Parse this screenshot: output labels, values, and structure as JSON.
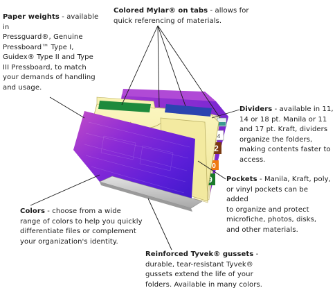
{
  "callouts": {
    "paper_weights": {
      "title": "Paper weights",
      "lines": [
        " - available in",
        "Pressguard®, Genuine",
        "Pressboard™ Type I,",
        "Guidex® Type II and Type",
        "III Pressboard, to match",
        "your demands of handling",
        "and usage."
      ]
    },
    "mylar": {
      "title": "Colored Mylar® on tabs",
      "lines": [
        " - allows for",
        "quick referencing of materials."
      ]
    },
    "dividers": {
      "title": "Dividers",
      "lines": [
        " - available in 11,",
        "14 or 18 pt. Manila or 11",
        "and 17 pt. Kraft, dividers",
        "organize the folders,",
        "making contents faster to",
        "access."
      ]
    },
    "pockets": {
      "title": "Pockets",
      "lines": [
        " - Manila, Kraft, poly,",
        "or vinyl pockets can be added",
        "to organize and protect",
        "microfiche, photos, disks,",
        "and other materials."
      ]
    },
    "colors": {
      "title": "Colors",
      "lines": [
        " - choose from a wide",
        "range of colors to help you quickly",
        "differentiate files or complement",
        "your organization's identity."
      ]
    },
    "tyvek": {
      "title": "Reinforced Tyvek® gussets",
      "lines": [
        " -",
        "durable, tear-resistant Tyvek®",
        "gussets extend the life of your",
        "folders. Available in many colors."
      ]
    }
  },
  "divider_tabs": [
    "2",
    "4",
    "0",
    "9"
  ],
  "colors": {
    "folder_back": "#9a2fd0",
    "folder_front": "#6a22d8",
    "manila": "#f6f0a6",
    "mylar_green": "#1e8a3c",
    "mylar_blue": "#2b44b0",
    "tab_brown": "#7a3a12",
    "tab_orange": "#f07a10",
    "tab_green": "#1a7a2a",
    "gusset": "#c8c8c8"
  }
}
